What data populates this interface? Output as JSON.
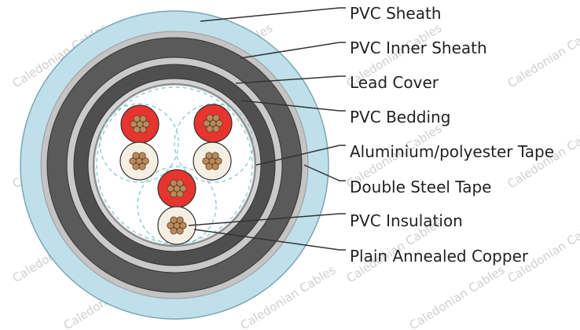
{
  "diagram": {
    "labels": [
      "PVC Sheath",
      "PVC Inner Sheath",
      "Lead Cover",
      "PVC Bedding",
      "Aluminium/polyester Tape",
      "Double Steel Tape",
      "PVC Insulation",
      "Plain Annealed Copper"
    ],
    "watermark": "Caledonian Cables",
    "colors": {
      "sheath": "#bfe0ea",
      "inner_sheath": "#c4c4c4",
      "lead_cover": "#5a5a5a",
      "steel_tape": "#4f4f4f",
      "bedding": "#d2d2d2",
      "core_area": "#ffffff",
      "red_insulation": "#e8342e",
      "natural_insulation": "#f5efe3",
      "copper": "#b98a5c",
      "screen_dash": "#7fc4cc",
      "leader_line": "#333333"
    }
  }
}
